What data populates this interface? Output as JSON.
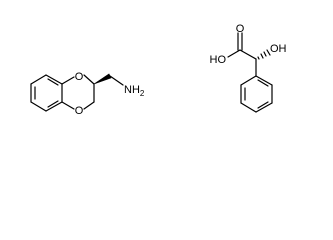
{
  "molecules": [
    {
      "atoms": {
        "o1": "O",
        "o2": "O",
        "n_group": "NH",
        "n_sub": "2"
      }
    },
    {
      "atoms": {
        "o_carbonyl": "O",
        "ho_left": "HO",
        "oh_right": "OH"
      }
    }
  ]
}
